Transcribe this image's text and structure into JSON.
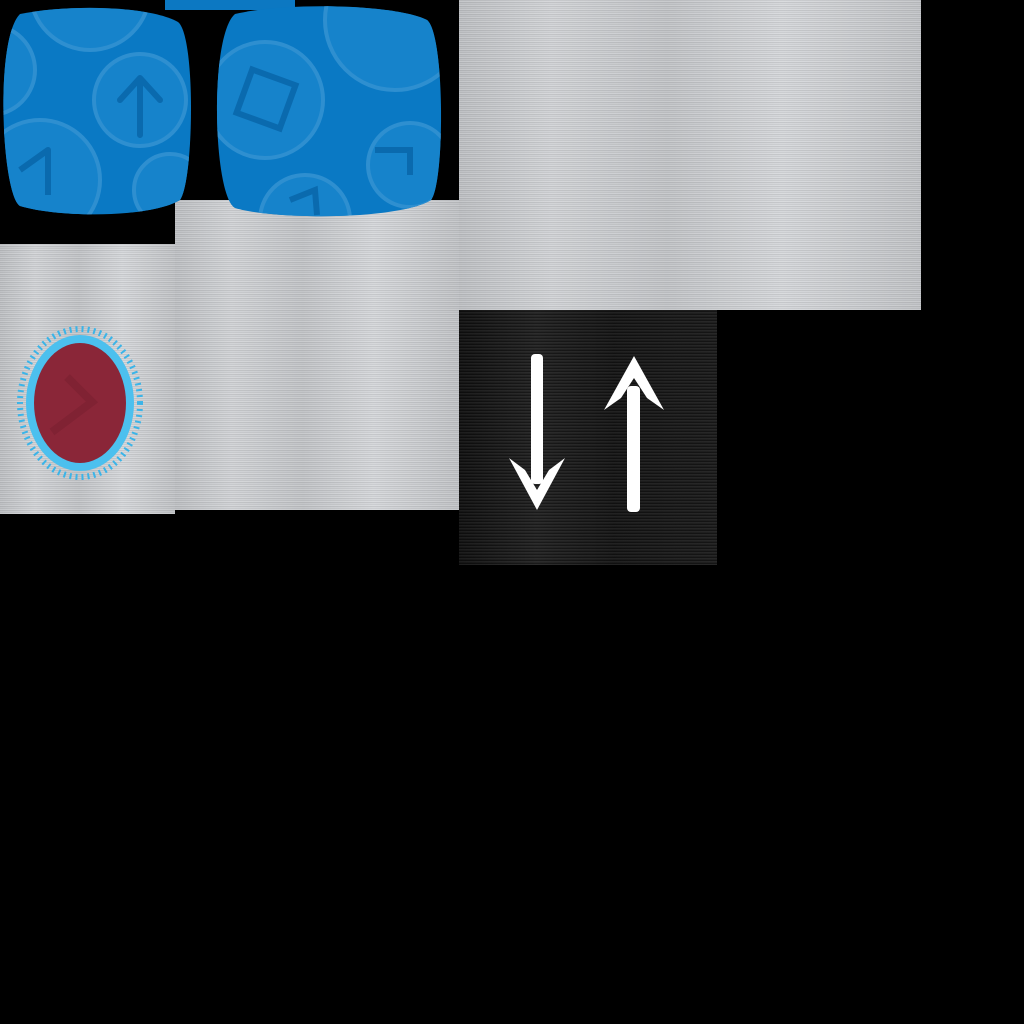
{
  "texture_atlas": {
    "background": "#000000",
    "colors": {
      "metal_light": "#c6c8cb",
      "metal_dark": "#151515",
      "pad_blue": "#0a79c4",
      "pad_pattern": "#2e8fd0",
      "indicator_red": "#8a2638",
      "indicator_ring": "#3bb4e8",
      "arrow_white": "#ffffff"
    },
    "tiles": [
      {
        "name": "brushed-metal-wide",
        "kind": "brushed-metal"
      },
      {
        "name": "brushed-metal-center",
        "kind": "brushed-metal"
      },
      {
        "name": "brushed-metal-left",
        "kind": "brushed-metal"
      },
      {
        "name": "blue-pad-left",
        "kind": "blue-patterned-pad",
        "icons": [
          "arrow-up-icon",
          "arrow-right-icon",
          "circle-icon"
        ]
      },
      {
        "name": "blue-pad-right",
        "kind": "blue-patterned-pad",
        "icons": [
          "square-icon",
          "arrow-right-icon",
          "circle-icon"
        ]
      },
      {
        "name": "indicator-light",
        "kind": "red-indicator-with-blue-ring",
        "icons": [
          "arrow-right-icon"
        ]
      },
      {
        "name": "direction-arrows-panel",
        "kind": "dark-brushed-metal",
        "icons": [
          "arrow-down-icon",
          "arrow-up-icon"
        ]
      }
    ]
  }
}
